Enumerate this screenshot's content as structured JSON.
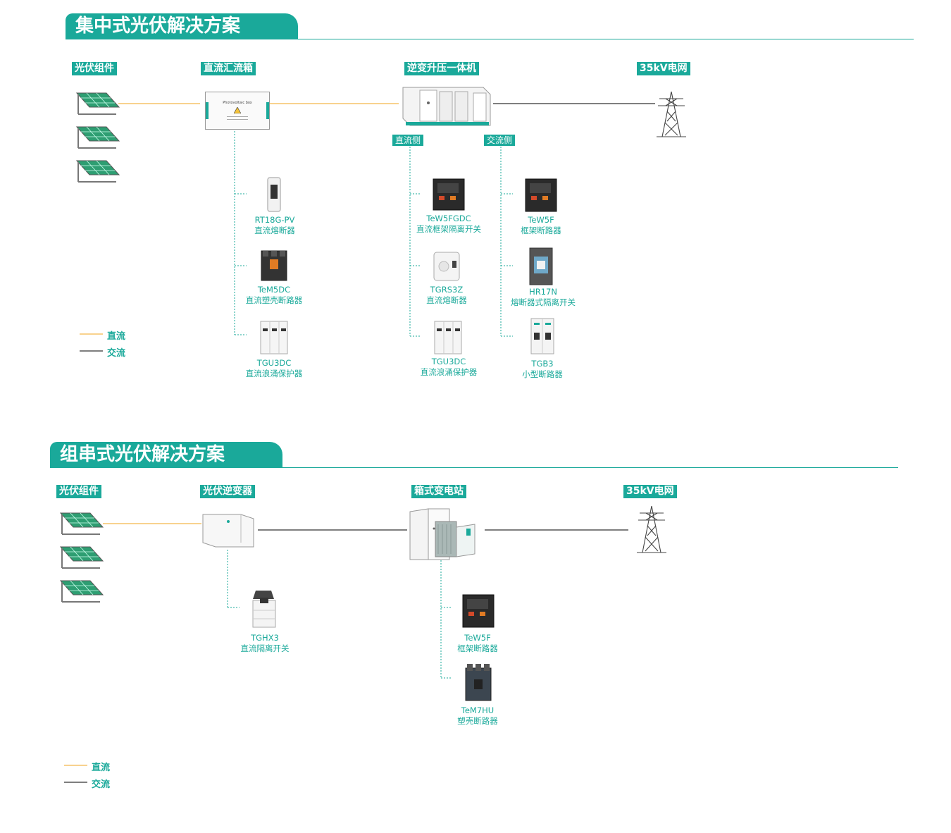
{
  "section1": {
    "title": "集中式光伏解决方案",
    "headers": {
      "pv_modules": "光伏组件",
      "combiner_box": "直流汇流箱",
      "inverter_station": "逆变升压一体机",
      "grid": "35kV电网"
    },
    "sub_headers": {
      "dc_side": "直流侧",
      "ac_side": "交流侧"
    },
    "combiner_label": "Photovoltaic box",
    "combiner_products": [
      {
        "model": "RT18G-PV",
        "desc": "直流熔断器"
      },
      {
        "model": "TeM5DC",
        "desc": "直流塑壳断路器"
      },
      {
        "model": "TGU3DC",
        "desc": "直流浪涌保护器"
      }
    ],
    "dc_products": [
      {
        "model": "TeW5FGDC",
        "desc": "直流框架隔离开关"
      },
      {
        "model": "TGRS3Z",
        "desc": "直流熔断器"
      },
      {
        "model": "TGU3DC",
        "desc": "直流浪涌保护器"
      }
    ],
    "ac_products": [
      {
        "model": "TeW5F",
        "desc": "框架断路器"
      },
      {
        "model": "HR17N",
        "desc": "熔断器式隔离开关"
      },
      {
        "model": "TGB3",
        "desc": "小型断路器"
      }
    ],
    "legend": {
      "dc": "直流",
      "ac": "交流"
    }
  },
  "section2": {
    "title": "组串式光伏解决方案",
    "headers": {
      "pv_modules": "光伏组件",
      "inverter": "光伏逆变器",
      "box_substation": "箱式变电站",
      "grid": "35kV电网"
    },
    "inverter_products": [
      {
        "model": "TGHX3",
        "desc": "直流隔离开关"
      }
    ],
    "substation_products": [
      {
        "model": "TeW5F",
        "desc": "框架断路器"
      },
      {
        "model": "TeM7HU",
        "desc": "塑壳断路器"
      }
    ],
    "legend": {
      "dc": "直流",
      "ac": "交流"
    }
  },
  "colors": {
    "accent": "#1aa99a",
    "dc_line": "#f3b64a",
    "ac_line": "#333333"
  }
}
